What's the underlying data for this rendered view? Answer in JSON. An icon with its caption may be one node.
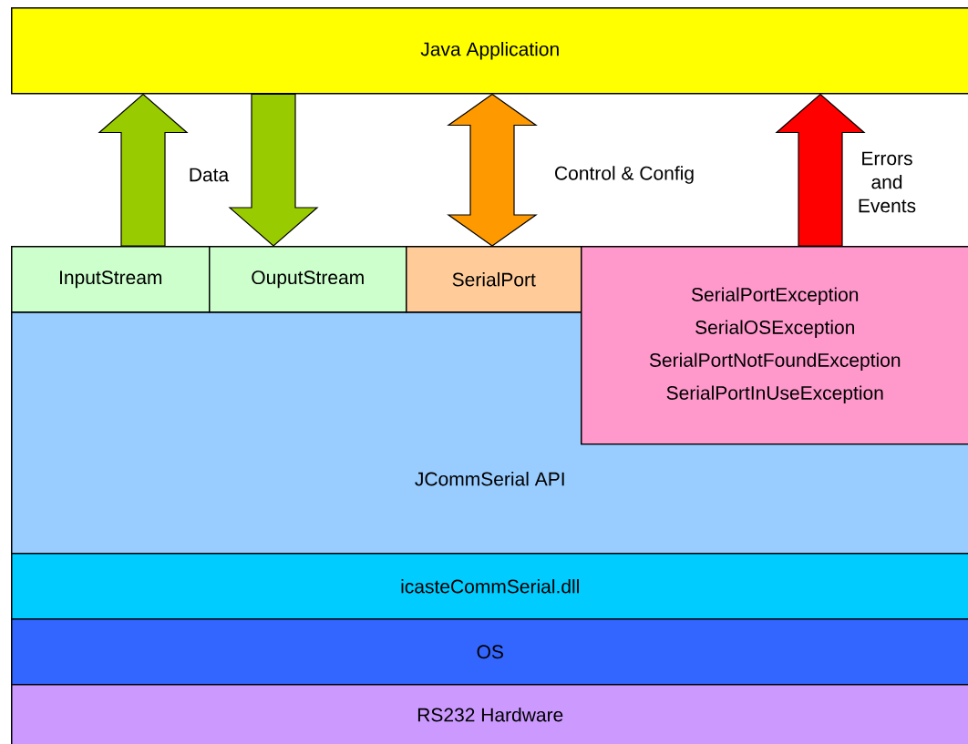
{
  "diagram": {
    "nodes": [
      {
        "text": [
          "Java Application"
        ]
      },
      {
        "text": [
          "InputStream"
        ]
      },
      {
        "text": [
          "OuputStream"
        ]
      },
      {
        "text": [
          "SerialPort"
        ]
      },
      {
        "text": [
          "SerialPortException",
          "SerialOSException",
          "SerialPortNotFoundException",
          "SerialPortInUseException"
        ]
      },
      {
        "text": [
          "JCommSerial API"
        ]
      },
      {
        "text": [
          "icasteCommSerial.dll"
        ]
      },
      {
        "text": [
          "OS"
        ]
      },
      {
        "text": [
          "RS232 Hardware"
        ]
      }
    ],
    "edges": [
      {
        "from": 1,
        "to": 0,
        "arrow": "to",
        "label": "Data",
        "color": "#99cc00"
      },
      {
        "from": 0,
        "to": 2,
        "arrow": "to",
        "color": "#99cc00"
      },
      {
        "from": 3,
        "to": 0,
        "arrow": "both",
        "label": "Control & Config",
        "color": "#ff9900"
      },
      {
        "from": 4,
        "to": 0,
        "arrow": "to",
        "label": "Errors and Events",
        "color": "#ff0000"
      }
    ]
  }
}
